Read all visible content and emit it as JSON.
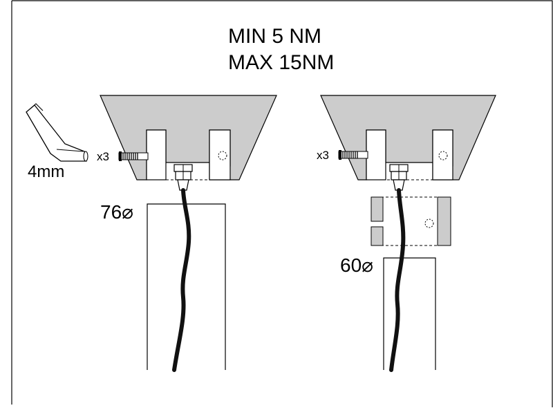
{
  "torque": {
    "min": "MIN 5 NM",
    "max": "MAX 15NM"
  },
  "tool": {
    "name": "hex-key",
    "size_label": "4mm"
  },
  "left": {
    "screw_count": "x3",
    "pole_diameter": "76"
  },
  "right": {
    "screw_count": "x3",
    "pole_diameter": "60"
  },
  "diameter_symbol": "⌀",
  "colors": {
    "housing_fill": "#cccccc",
    "cable": "#111111",
    "line": "#000000"
  }
}
